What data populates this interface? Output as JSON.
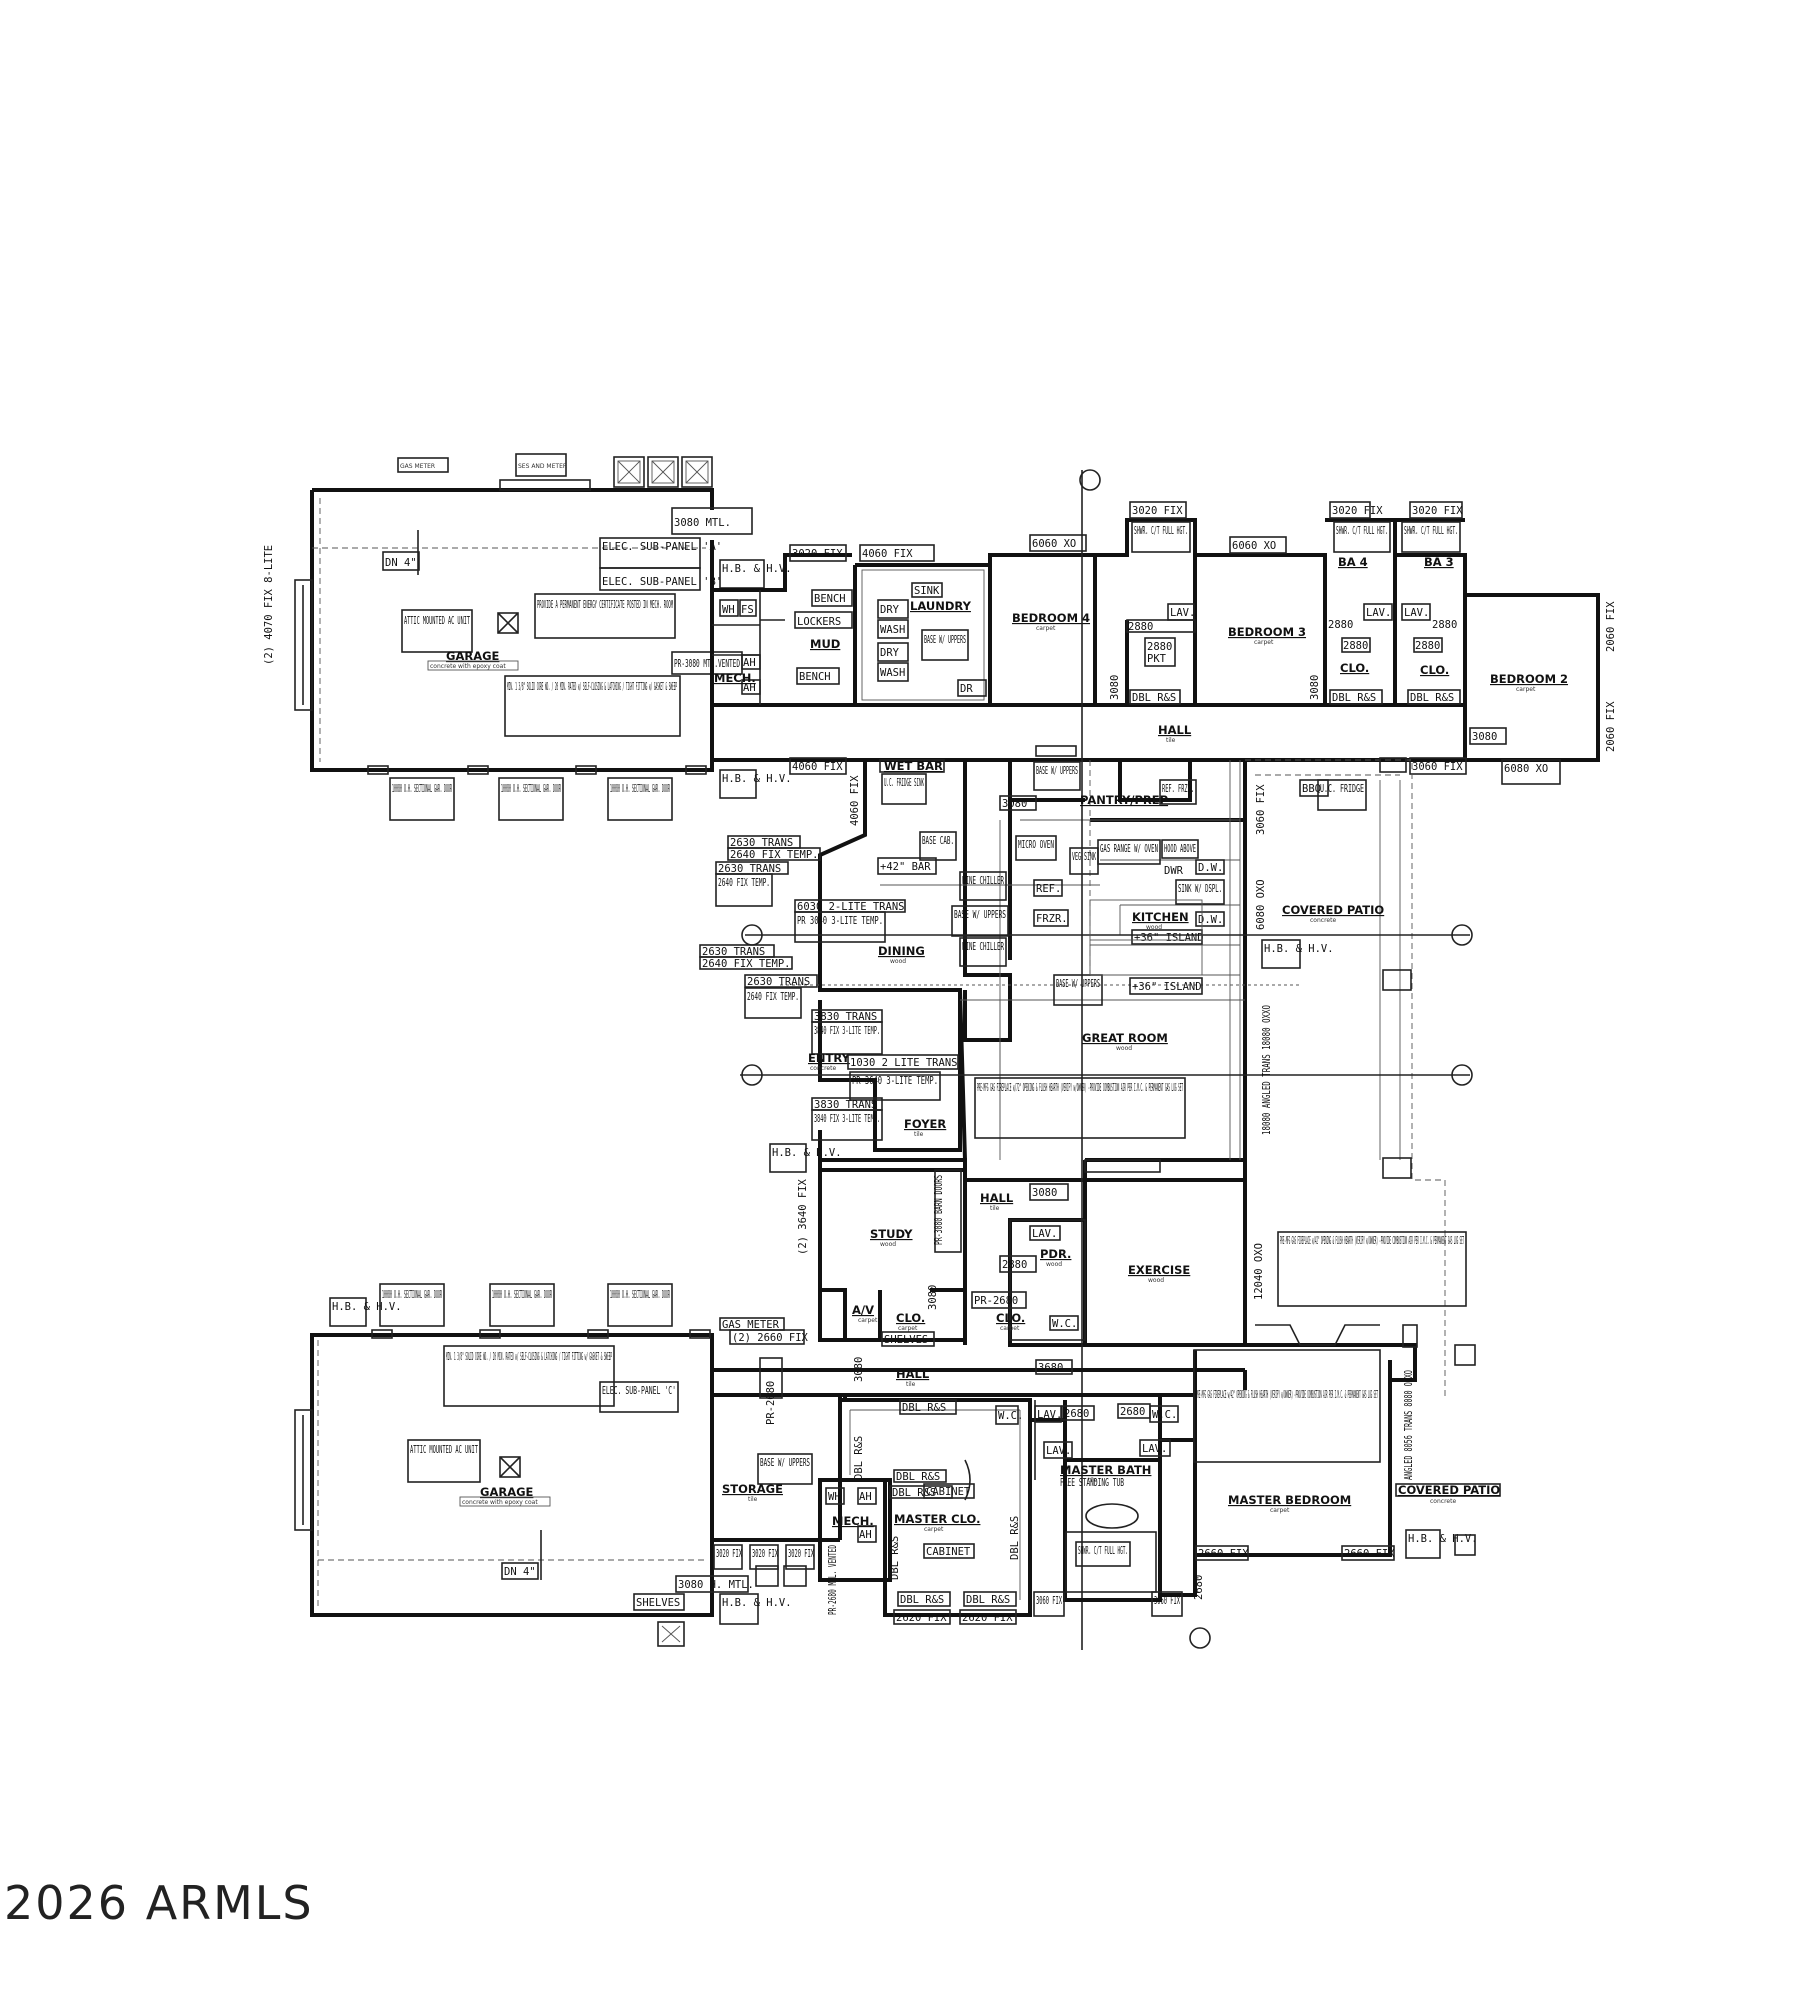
{
  "watermark": "2026 ARMLS",
  "rooms": {
    "garage_top": "GARAGE",
    "garage_top_sub": "concrete with epoxy coat",
    "mud": "MUD",
    "mech_top": "MECH.",
    "laundry": "LAUNDRY",
    "bedroom4": "BEDROOM 4",
    "bedroom3": "BEDROOM 3",
    "bedroom2": "BEDROOM 2",
    "ba4": "BA 4",
    "ba3": "BA 3",
    "clo_a": "CLO.",
    "clo_b": "CLO.",
    "hall_top": "HALL",
    "wet_bar": "WET BAR",
    "pantry": "PANTRY/PREP",
    "kitchen": "KITCHEN",
    "covered_patio_top": "COVERED PATIO",
    "dining": "DINING",
    "great_room": "GREAT ROOM",
    "entry": "ENTRY",
    "foyer": "FOYER",
    "study": "STUDY",
    "hall_mid": "HALL",
    "pdr": "PDR.",
    "exercise": "EXERCISE",
    "av": "A/V",
    "clo_study": "CLO.",
    "clo_pdr": "CLO.",
    "garage_bottom": "GARAGE",
    "garage_bottom_sub": "concrete with epoxy coat",
    "hall_bottom": "HALL",
    "storage": "STORAGE",
    "mech_bottom": "MECH.",
    "master_clo": "MASTER CLO.",
    "master_bath": "MASTER BATH",
    "master_bedroom": "MASTER BEDROOM",
    "covered_patio_bottom": "COVERED PATIO"
  },
  "floor_labels": {
    "carpet": "carpet",
    "tile": "tile",
    "concrete": "concrete",
    "wood": "wood"
  },
  "notes": {
    "gas_meter_top": "GAS METER",
    "ses_meter": "SES AND METER",
    "mtl_3080_top": "3080 MTL.",
    "dn4_top": "DN 4\"",
    "elec_a": "ELEC. SUB-PANEL 'A'",
    "elec_b": "ELEC. SUB-PANEL 'B'",
    "energy_cert": "PROVIDE A PERMANENT ENERGY CERTIFICATE POSTED IN MECH. ROOM",
    "attic_ac_top": "ATTIC MOUNTED AC UNIT",
    "fire_door_top": "MIN. 1 3/8\" SOLID CORE WD. / 20 MIN. RATED w/ SELF-CLOSING & LATCHING / TIGHT FITTING w/ GASKET & SWEEP",
    "pr3080": "PR-3080 MTL.VENTED",
    "hb_hv": "H.B. & H.V.",
    "fix_4070": "(2) 4070 FIX 8-LITE",
    "garage_door": "10080 O.H. SECTIONAL GAR. DOOR",
    "fix_3020": "3020 FIX",
    "fix_4060": "4060 FIX",
    "xo_6060": "6060 XO",
    "xo_6080": "6080 XO",
    "fix_3060": "3060 FIX",
    "fix_2060": "2060 FIX",
    "d3080": "3080",
    "d2880": "2880",
    "bench": "BENCH",
    "lockers": "LOCKERS",
    "dry": "DRY",
    "wash": "WASH",
    "sink": "SINK",
    "base_uppers": "BASE W/ UPPERS",
    "wh": "WH",
    "fs": "FS",
    "ah": "AH",
    "dr": "DR",
    "shwr_top": "SHWR. C/T FULL HGT.",
    "lav": "LAV.",
    "pkt": "PKT",
    "dbl_r_s": "DBL R&S",
    "uc_fridge_bar": "U.C. FRIDGE SINK",
    "base_cab": "BASE CAB.",
    "bar_42": "+42\" BAR",
    "micro": "MICRO OVEN",
    "veg_sink": "VEG SINK",
    "gas_range": "GAS RANGE W/ OVEN",
    "hood": "HOOD ABOVE",
    "dwr": "DWR",
    "dw": "D.W.",
    "sink_dspl": "SINK W/ DSPL.",
    "ref_frzr": "REF. FRZR.",
    "ref": "REF.",
    "frzr": "FRZR.",
    "wine_chiller": "WINE CHILLER",
    "island_36a": "+36\" ISLAND",
    "island_36b": "+36\" ISLAND",
    "base_uppers_k": "BASE W/ UPPERS",
    "bbq": "BBQ",
    "uc_fridge": "U.C. FRIDGE",
    "trans_2630": "2630 TRANS",
    "fix_2640_temp": "2640 FIX TEMP.",
    "trans_6030": "6030 2-LITE TRANS",
    "pr3040": "PR 3040 3-LITE TEMP.",
    "trans_3830": "3830 TRANS",
    "fix_3840": "3840 FIX 3-LITE TEMP.",
    "trans_1030": "1030 2 LITE TRANS",
    "pr3640": "PR 3640 3-LITE TEMP.",
    "fp_great": "PRE-MFG GAS FIREPLACE w/72\" OPENING & FLUSH HEARTH (VERIFY w/OWNER) -PROVIDE COMBUSTION AIR PER I.M.C. & PERMANENT GAS LOG SET",
    "fp_patio": "PRE-MFG GAS FIREPLACE w/42\" OPENING & FLUSH HEARTH (VERIFY w/OWNER) -PROVIDE COMBUSTION AIR PER I.M.C. & PERMANENT GAS LOG SET",
    "fp_master": "PRE-MFG GAS FIREPLACE w/42\" OPENING & FLUSH HEARTH (VERIFY w/OWNER) -PROVIDE COMBUSTION AIR PER I.M.C. & PERMANENT GAS LOG SET",
    "trans_18080": "18080 ANGLED TRANS 18080 OXXO",
    "oxo_6080": "6080 OXO",
    "oxo_12040": "12040 OXO",
    "fix_3640": "(2) 3640 FIX",
    "barn_doors": "PR-3080 BARN DOORS",
    "pr2680": "PR-2680",
    "d3680": "3680",
    "wc": "W.C.",
    "shelves": "SHELVES",
    "gas_meter_bottom": "GAS METER",
    "fix_2660_2": "(2) 2660 FIX",
    "elec_c": "ELEC. SUB-PANEL 'C'",
    "attic_ac_bottom": "ATTIC MOUNTED AC UNIT",
    "dn4_bottom": "DN 4\"",
    "mtl_3080_bottom": "3080 H. MTL.",
    "pr2680_mtl": "PR-2680 MTL. VENTED",
    "cabinet": "CABINET",
    "fix_2620": "2620 FIX",
    "free_tub": "FREE STANDING TUB",
    "shwr_master": "SHWR. C/T FULL HGT.",
    "fix_2660": "2660 FIX",
    "trans_8056": "ANGLED 8056 TRANS 8080 OXXO",
    "d2680": "2680"
  }
}
